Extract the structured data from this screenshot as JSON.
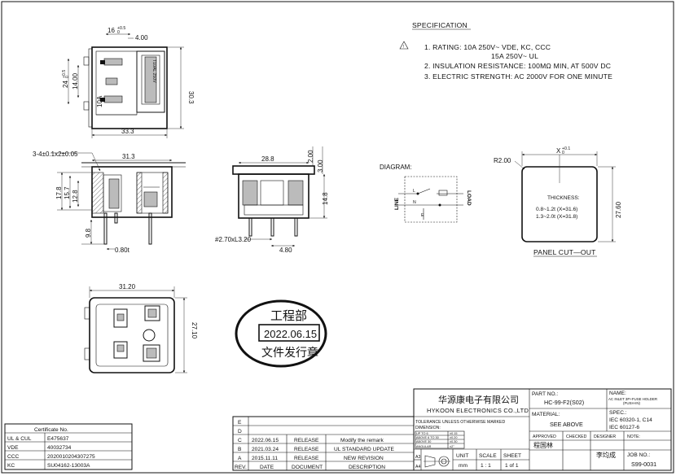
{
  "specification": {
    "title": "SPECIFICATION",
    "lines": [
      "1. RATING: 10A 250V~ VDE, KC, CCC",
      "15A 250V~ UL",
      "2. INSULATION RESISTANCE: 100MΩ MIN, AT 500V DC",
      "3. ELECTRIC STRENGTH: AC 2000V FOR ONE MINUTE"
    ]
  },
  "top_view_dims": {
    "d16": "16",
    "d16_tol": "+0.5",
    "d16_tol2": "0",
    "d4": "4.00",
    "d24": "24",
    "d24_tol": "+0.5",
    "d24_tol2": "0",
    "d14": "14.00",
    "d30": "30.3",
    "d33": "33.3",
    "label_10a": "10A",
    "fuse_text": "T10AL 250V"
  },
  "side_view_dims": {
    "screw": "3-4±0.1x2±0.05",
    "d31": "31.3",
    "d17": "17.8",
    "d15": "15.7",
    "d12": "12.8",
    "d9": "9.8",
    "d08": "0.80t"
  },
  "front_view_dims": {
    "d28": "28.8",
    "d2": "2.00",
    "d3": "3.00",
    "d14_8": "14.8",
    "pin": "#2.70xL3.20",
    "d4_8": "4.80"
  },
  "diagram": {
    "label": "DIAGRAM:",
    "line": "LINE",
    "load": "LOAD",
    "l": "L",
    "n": "N",
    "e": "E"
  },
  "panel": {
    "r": "R2.00",
    "x": "X",
    "x_tol": "+0.1",
    "x_tol2": "0",
    "h": "27.60",
    "thickness": "THICKNESS:",
    "t1": "0.8~1.2t (X=31.6)",
    "t2": "1.3~2.0t (X=31.8)",
    "caption": "PANEL CUT—OUT"
  },
  "bottom_view_dims": {
    "d31_2": "31.20",
    "d27_1": "27.10"
  },
  "stamp": {
    "top": "工程部",
    "date": "2022.06.15",
    "bottom": "文件发行章"
  },
  "certificates": {
    "header": "Certificate No.",
    "rows": [
      [
        "UL & CUL",
        "E475637"
      ],
      [
        "VDE",
        "40032734"
      ],
      [
        "CCC",
        "2020010204307275"
      ],
      [
        "KC",
        "SU04162-13003A"
      ]
    ]
  },
  "revisions": {
    "rows": [
      [
        "E",
        "",
        "",
        ""
      ],
      [
        "D",
        "",
        "",
        ""
      ],
      [
        "C",
        "2022.06.15",
        "RELEASE",
        "Modify the remark"
      ],
      [
        "B",
        "2021.03.24",
        "RELEASE",
        "UL STANDARD UPDATE"
      ],
      [
        "A",
        "2015.11.11",
        "RELEASE",
        "NEW REVISION"
      ]
    ],
    "header": [
      "REV.",
      "DATE",
      "DOCUMENT",
      "DESCRIPTION"
    ]
  },
  "title_block": {
    "company_cn": "华源康电子有限公司",
    "company_en": "HYKOON ELECTRONICS CO.,LTD",
    "tolerance": "TOLERANCE UNLESS OTHERWISE MARKED",
    "dimension": "DIMENSION:",
    "tol_rows": [
      [
        "UP TO 6",
        "±0.15"
      ],
      [
        "ABOVE 6 TO 30",
        "±0.20"
      ],
      [
        "ABOVE 30",
        "±0.30"
      ],
      [
        "ANGULAR",
        "±2°"
      ]
    ],
    "unit_label": "UNIT",
    "unit": "mm",
    "scale_label": "SCALE",
    "scale": "1 : 1",
    "sheet_label": "SHEET",
    "sheet": "1 of 1",
    "part_label": "PART NO.:",
    "part": "HC-99-F2(S02)",
    "material_label": "MATERIAL:",
    "material": "SEE ABOVE",
    "name_label": "NAME:",
    "name": "AC INLET 3P+FUSE HOLDER",
    "name2": "(PUSH-IN)",
    "spec_label": "SPEC.:",
    "spec1": "IEC 60320-1, C14",
    "spec2": "IEC 60127-6",
    "approved_label": "APPROVED",
    "checked_label": "CHECKED",
    "designer_label": "DESIGNER",
    "note_label": "NOTE:",
    "approved": "程国林",
    "designer": "李均成",
    "job_label": "JOB NO.:",
    "job": "S99-0031",
    "a3": "A3",
    "a4": "A4"
  }
}
